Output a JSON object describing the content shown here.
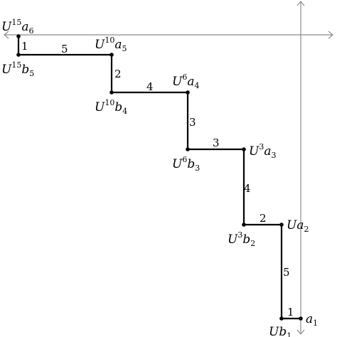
{
  "colors": {
    "axis": "#8c8c8c",
    "path": "#000000",
    "background": "#ffffff"
  },
  "vertex_labels": {
    "U15a6": {
      "base": "U",
      "sup": "15",
      "var": "a",
      "sub": "6"
    },
    "U15b5": {
      "base": "U",
      "sup": "15",
      "var": "b",
      "sub": "5"
    },
    "U10a5": {
      "base": "U",
      "sup": "10",
      "var": "a",
      "sub": "5"
    },
    "U10b4": {
      "base": "U",
      "sup": "10",
      "var": "b",
      "sub": "4"
    },
    "U6a4": {
      "base": "U",
      "sup": "6",
      "var": "a",
      "sub": "4"
    },
    "U6b3": {
      "base": "U",
      "sup": "6",
      "var": "b",
      "sub": "3"
    },
    "U3a3": {
      "base": "U",
      "sup": "3",
      "var": "a",
      "sub": "3"
    },
    "U3b2": {
      "base": "U",
      "sup": "3",
      "var": "b",
      "sub": "2"
    },
    "Ua2": {
      "base": "U",
      "sup": "",
      "var": "a",
      "sub": "2"
    },
    "Ub1": {
      "base": "U",
      "sup": "",
      "var": "b",
      "sub": "1"
    },
    "a1": {
      "base": "",
      "sup": "",
      "var": "a",
      "sub": "1"
    }
  },
  "edge_weights": {
    "w_a6_b5": "1",
    "w_b5_a5": "5",
    "w_a5_b4": "2",
    "w_b4_a4": "4",
    "w_a4_b3": "3",
    "w_b3_a3": "3",
    "w_a3_b2": "4",
    "w_b2_a2": "2",
    "w_a2_b1": "5",
    "w_b1_a1": "1"
  }
}
